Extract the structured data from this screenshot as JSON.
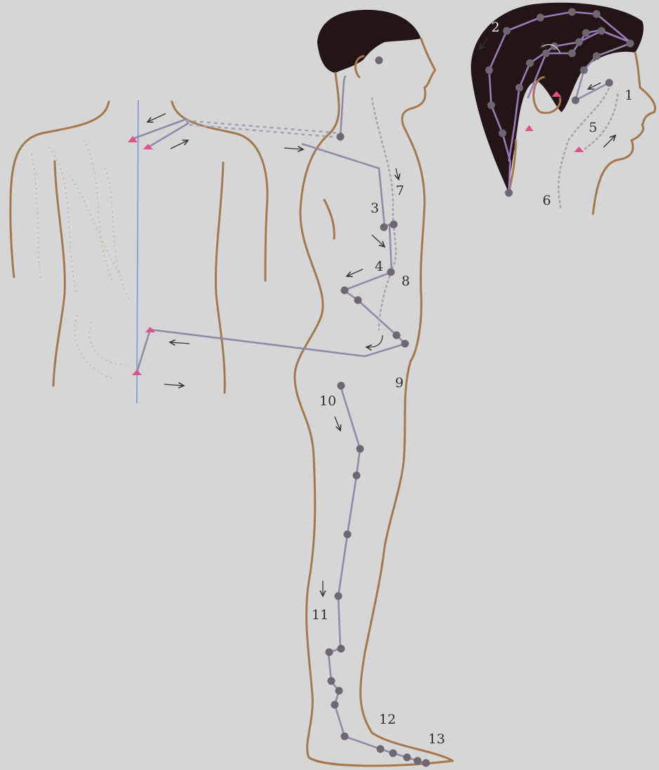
{
  "figure": {
    "labels": {
      "l1": "1",
      "l2": "2",
      "l3": "3",
      "l4": "4",
      "l5": "5",
      "l6": "6",
      "l7": "7",
      "l8": "8",
      "l9": "9",
      "l10": "10",
      "l11": "11",
      "l12": "12",
      "l13": "13"
    },
    "colors": {
      "background": "#d6d6d6",
      "skin_outline": "#a5774b",
      "hair": "#231515",
      "channel_line": "#8f8aa8",
      "acupoint": "#6e6670",
      "marker": "#e0528c",
      "spine": "#8fa0d8"
    }
  }
}
